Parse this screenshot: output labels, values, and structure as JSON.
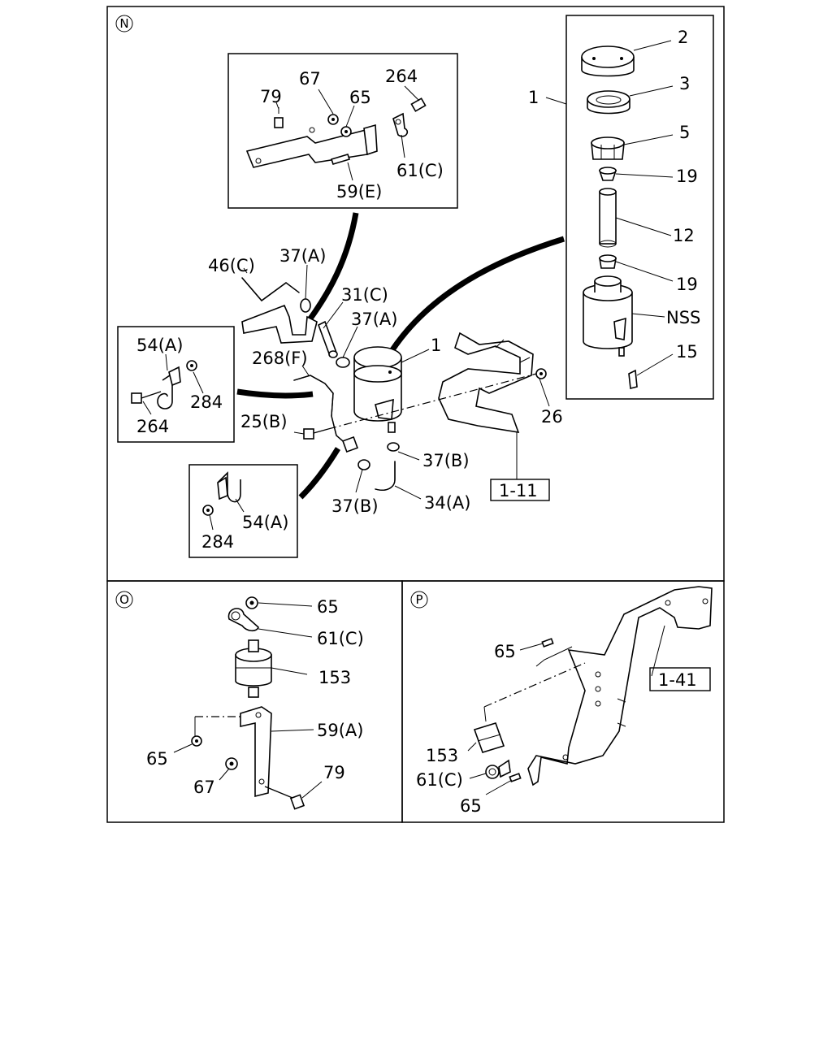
{
  "sections": {
    "n": {
      "marker": "N"
    },
    "o": {
      "marker": "O"
    },
    "p": {
      "marker": "P"
    }
  },
  "callouts": {
    "n": {
      "c_2": "2",
      "c_3": "3",
      "c_5": "5",
      "c_19a": "19",
      "c_12": "12",
      "c_19b": "19",
      "c_nss": "NSS",
      "c_15": "15",
      "c_1_kit": "1",
      "c_67": "67",
      "c_264_top": "264",
      "c_79": "79",
      "c_65": "65",
      "c_61c": "61(C)",
      "c_59e": "59(E)",
      "c_46c": "46(C)",
      "c_37a_top": "37(A)",
      "c_31c": "31(C)",
      "c_37a_mid": "37(A)",
      "c_1_body": "1",
      "c_268f": "268(F)",
      "c_54a_top": "54(A)",
      "c_284_top": "284",
      "c_264_left": "264",
      "c_25b": "25(B)",
      "c_26": "26",
      "c_37b_r": "37(B)",
      "c_1_11": "1-11",
      "c_54a_bot": "54(A)",
      "c_284_bot": "284",
      "c_37b_b": "37(B)",
      "c_34a": "34(A)"
    },
    "o": {
      "c_65_top": "65",
      "c_61c": "61(C)",
      "c_153": "153",
      "c_59a": "59(A)",
      "c_65_left": "65",
      "c_79": "79",
      "c_67": "67"
    },
    "p": {
      "c_65_top": "65",
      "c_1_41": "1-41",
      "c_153": "153",
      "c_61c": "61(C)",
      "c_65_bot": "65"
    }
  }
}
